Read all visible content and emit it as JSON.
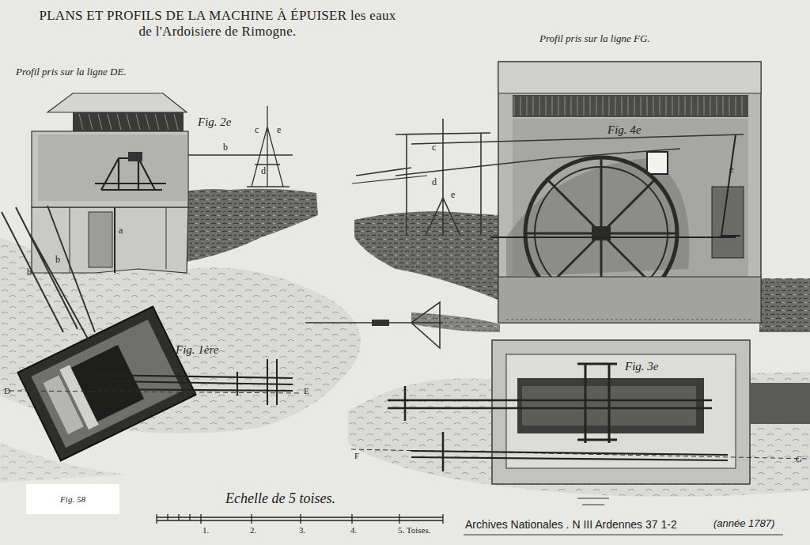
{
  "diagram": {
    "title": "PLANS ET PROFILS DE LA MACHINE À ÉPUISER les eaux de l'Ardoisiere de Rimogne.",
    "nodes": [
      {
        "text": [
          "Fig. 58"
        ]
      }
    ],
    "labels": [
      "Profil pris sur la ligne DE.",
      "Profil pris sur la ligne FG.",
      "Fig. 2e",
      "Fig. 4e",
      "Fig. 1ère",
      "Fig. 3e",
      "Echelle de 5 toises.",
      "1.",
      "2.",
      "3.",
      "4.",
      "5. Toises.",
      "Archives Nationales . N III Ardennes 37 1-2",
      "(année 1787)",
      "a",
      "b",
      "c",
      "e",
      "d",
      "b",
      "b",
      "c",
      "d",
      "e",
      "e",
      "D",
      "E",
      "F",
      "G"
    ]
  }
}
